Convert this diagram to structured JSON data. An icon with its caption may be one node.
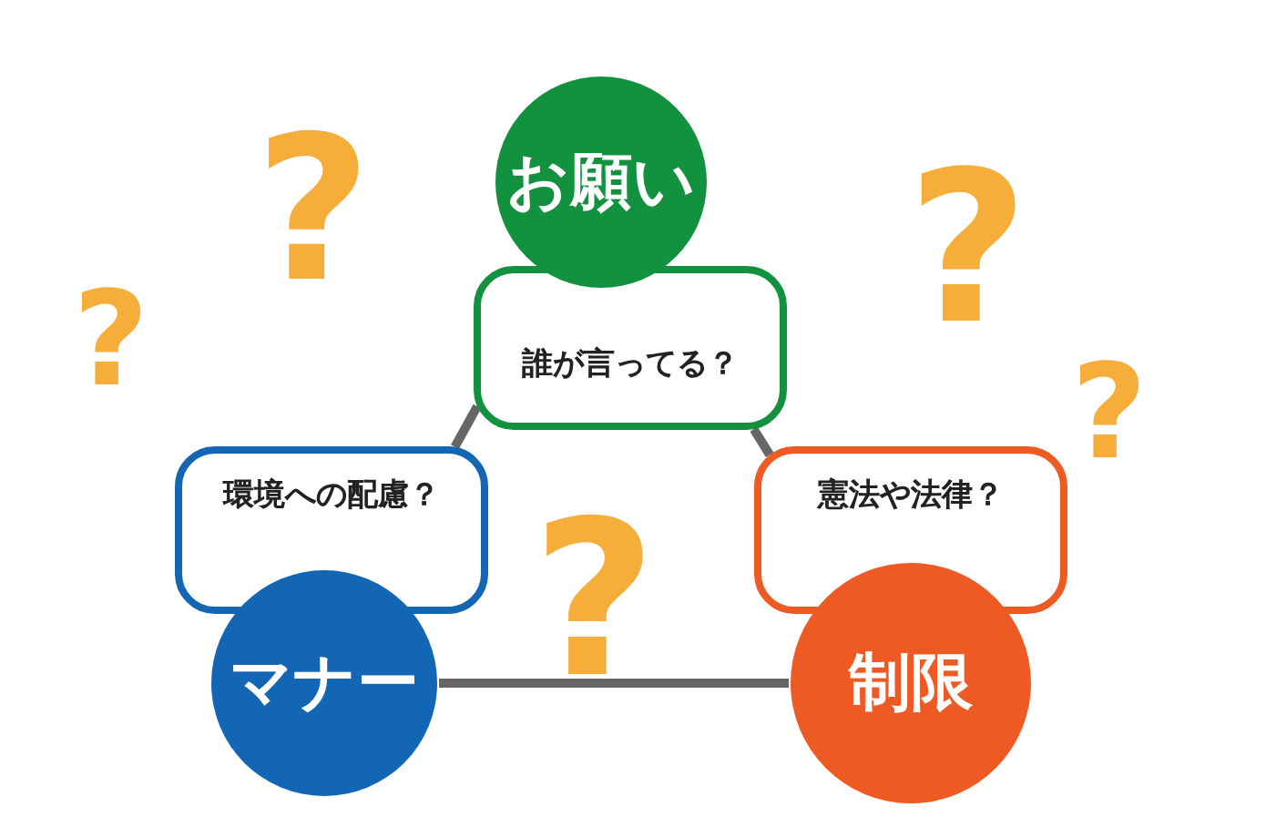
{
  "diagram": {
    "nodes": [
      {
        "text": [
          "お願い"
        ]
      },
      {
        "text": [
          "誰が言ってる？"
        ]
      },
      {
        "text": [
          "環境への配慮？"
        ]
      },
      {
        "text": [
          "憲法や法律？"
        ]
      },
      {
        "text": [
          "マナー"
        ]
      },
      {
        "text": [
          "制限"
        ]
      }
    ],
    "edges": [
      {
        "from": 1,
        "to": 2,
        "arrow": "none"
      },
      {
        "from": 1,
        "to": 3,
        "arrow": "none"
      },
      {
        "from": 4,
        "to": 5,
        "arrow": "none"
      }
    ],
    "labels": [
      "?",
      "?",
      "?",
      "?",
      "?"
    ]
  }
}
